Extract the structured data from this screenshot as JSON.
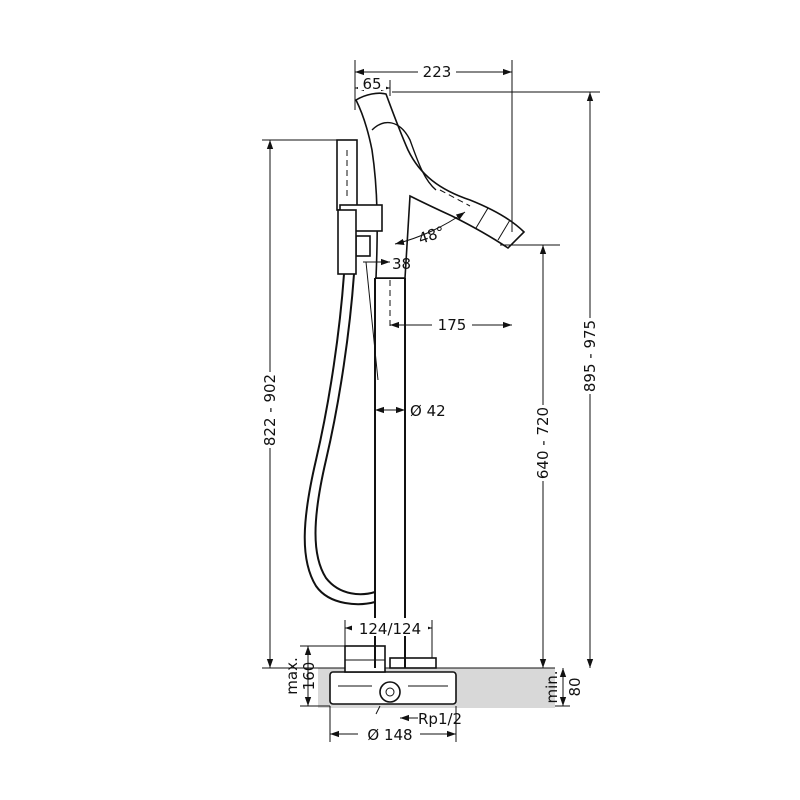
{
  "dimensions": {
    "spout_reach_total": "223",
    "handle_offset": "65",
    "spout_angle": "48°",
    "spout_rod_offset": "38",
    "spout_reach": "175",
    "column_diameter": "Ø 42",
    "spout_height": "640 - 720",
    "total_height": "895 - 975",
    "shower_holder_height": "822 - 902",
    "base_width": "124/124",
    "install_max": "max.",
    "install_max_value": "160",
    "install_min": "min.",
    "install_min_value": "80",
    "thread": "Rp1/2",
    "box_diameter": "Ø 148"
  },
  "colors": {
    "line": "#111111",
    "floor_fill": "#d8d8d8"
  }
}
